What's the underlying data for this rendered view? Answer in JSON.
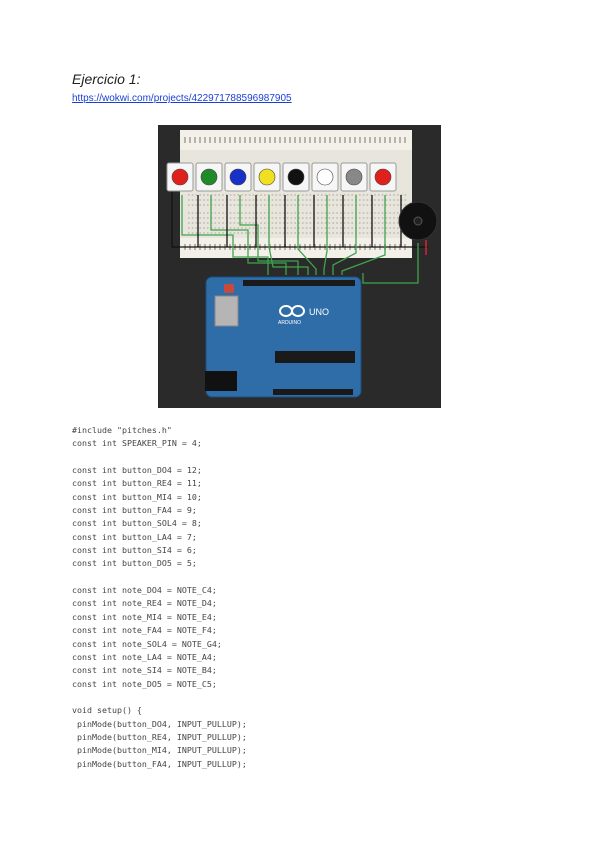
{
  "heading": "Ejercicio 1:",
  "link": "https://wokwi.com/projects/422971788596987905",
  "figure": {
    "board_label": "UNO",
    "board_sublabel": "ARDUINO",
    "button_colors": [
      "#e0201c",
      "#1f8a2a",
      "#1730c8",
      "#f0e020",
      "#111111",
      "#ffffff",
      "#888888",
      "#e0201c"
    ]
  },
  "code_lines": [
    "#include \"pitches.h\"",
    "const int SPEAKER_PIN = 4;",
    "",
    "const int button_DO4 = 12;",
    "const int button_RE4 = 11;",
    "const int button_MI4 = 10;",
    "const int button_FA4 = 9;",
    "const int button_SOL4 = 8;",
    "const int button_LA4 = 7;",
    "const int button_SI4 = 6;",
    "const int button_DO5 = 5;",
    "",
    "const int note_DO4 = NOTE_C4;",
    "const int note_RE4 = NOTE_D4;",
    "const int note_MI4 = NOTE_E4;",
    "const int note_FA4 = NOTE_F4;",
    "const int note_SOL4 = NOTE_G4;",
    "const int note_LA4 = NOTE_A4;",
    "const int note_SI4 = NOTE_B4;",
    "const int note_DO5 = NOTE_C5;",
    "",
    "void setup() {",
    " pinMode(button_DO4, INPUT_PULLUP);",
    " pinMode(button_RE4, INPUT_PULLUP);",
    " pinMode(button_MI4, INPUT_PULLUP);",
    " pinMode(button_FA4, INPUT_PULLUP);"
  ]
}
